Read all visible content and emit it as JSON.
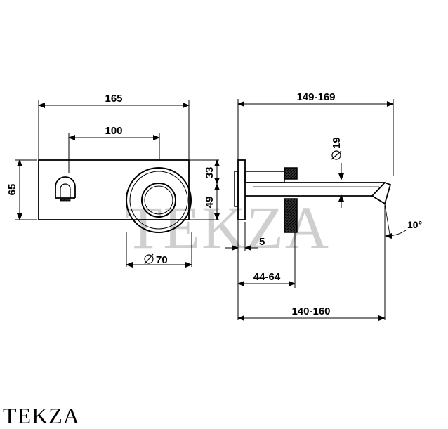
{
  "watermark": "TEKZA",
  "logo_text": "TEKZA",
  "front_view": {
    "width": "165",
    "handle_offset": "100",
    "height": "65",
    "upper": "33",
    "lower": "49",
    "diameter": "70"
  },
  "side_view": {
    "total": "149-169",
    "spout_diameter": "19",
    "plate": "5",
    "wall": "44-64",
    "projection": "140-160",
    "angle": "10°"
  }
}
